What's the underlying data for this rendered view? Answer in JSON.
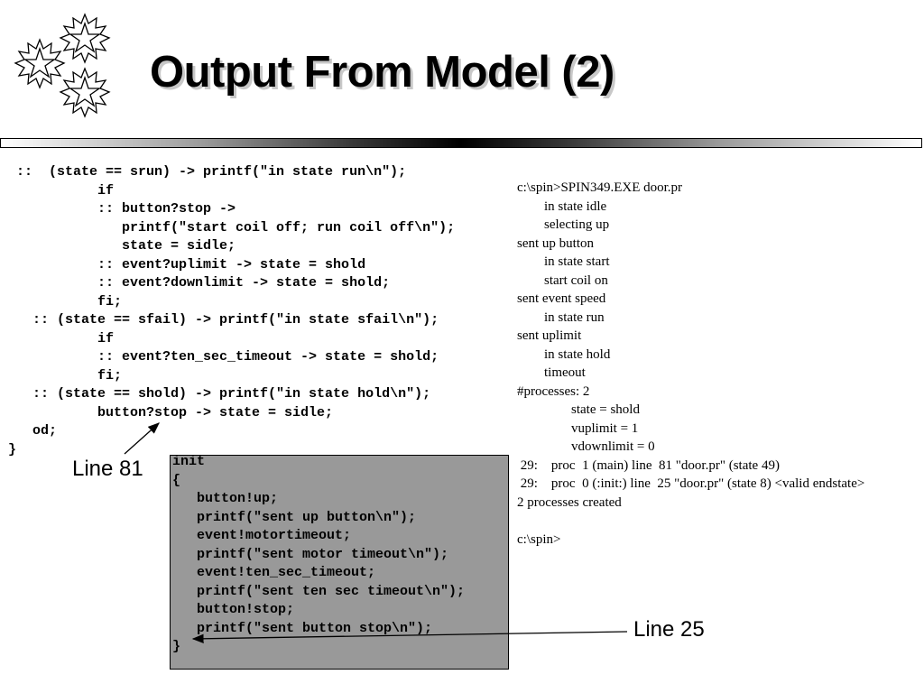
{
  "slide": {
    "title": "Output From Model (2)"
  },
  "code_lines": [
    "  ::  (state == srun) -> printf(\"in state run\\n\");",
    "            if",
    "            :: button?stop ->",
    "               printf(\"start coil off; run coil off\\n\");",
    "               state = sidle;",
    "            :: event?uplimit -> state = shold",
    "            :: event?downlimit -> state = shold;",
    "            fi;",
    "    :: (state == sfail) -> printf(\"in state sfail\\n\");",
    "            if",
    "            :: event?ten_sec_timeout -> state = shold;",
    "            fi;",
    "    :: (state == shold) -> printf(\"in state hold\\n\");",
    "            button?stop -> state = sidle;",
    "    od;",
    " }"
  ],
  "init_lines": [
    "init",
    "{",
    "   button!up;",
    "   printf(\"sent up button\\n\");",
    "   event!motortimeout;",
    "   printf(\"sent motor timeout\\n\");",
    "   event!ten_sec_timeout;",
    "   printf(\"sent ten sec timeout\\n\");",
    "   button!stop;",
    "   printf(\"sent button stop\\n\");",
    "}"
  ],
  "output_lines": [
    "c:\\spin>SPIN349.EXE door.pr",
    "        in state idle",
    "        selecting up",
    "sent up button",
    "        in state start",
    "        start coil on",
    "sent event speed",
    "        in state run",
    "sent uplimit",
    "        in state hold",
    "        timeout",
    "#processes: 2",
    "                state = shold",
    "                vuplimit = 1",
    "                vdownlimit = 0",
    " 29:    proc  1 (main) line  81 \"door.pr\" (state 49)",
    " 29:    proc  0 (:init:) line  25 \"door.pr\" (state 8) <valid endstate>",
    "2 processes created",
    "",
    "c:\\spin>"
  ],
  "callouts": {
    "line81": "Line 81",
    "line25": "Line 25"
  },
  "colors": {
    "init_box_fill": "#999999",
    "title_shadow": "#c8c8c8"
  },
  "icons": {
    "decoration": "stars-cluster-icon"
  }
}
